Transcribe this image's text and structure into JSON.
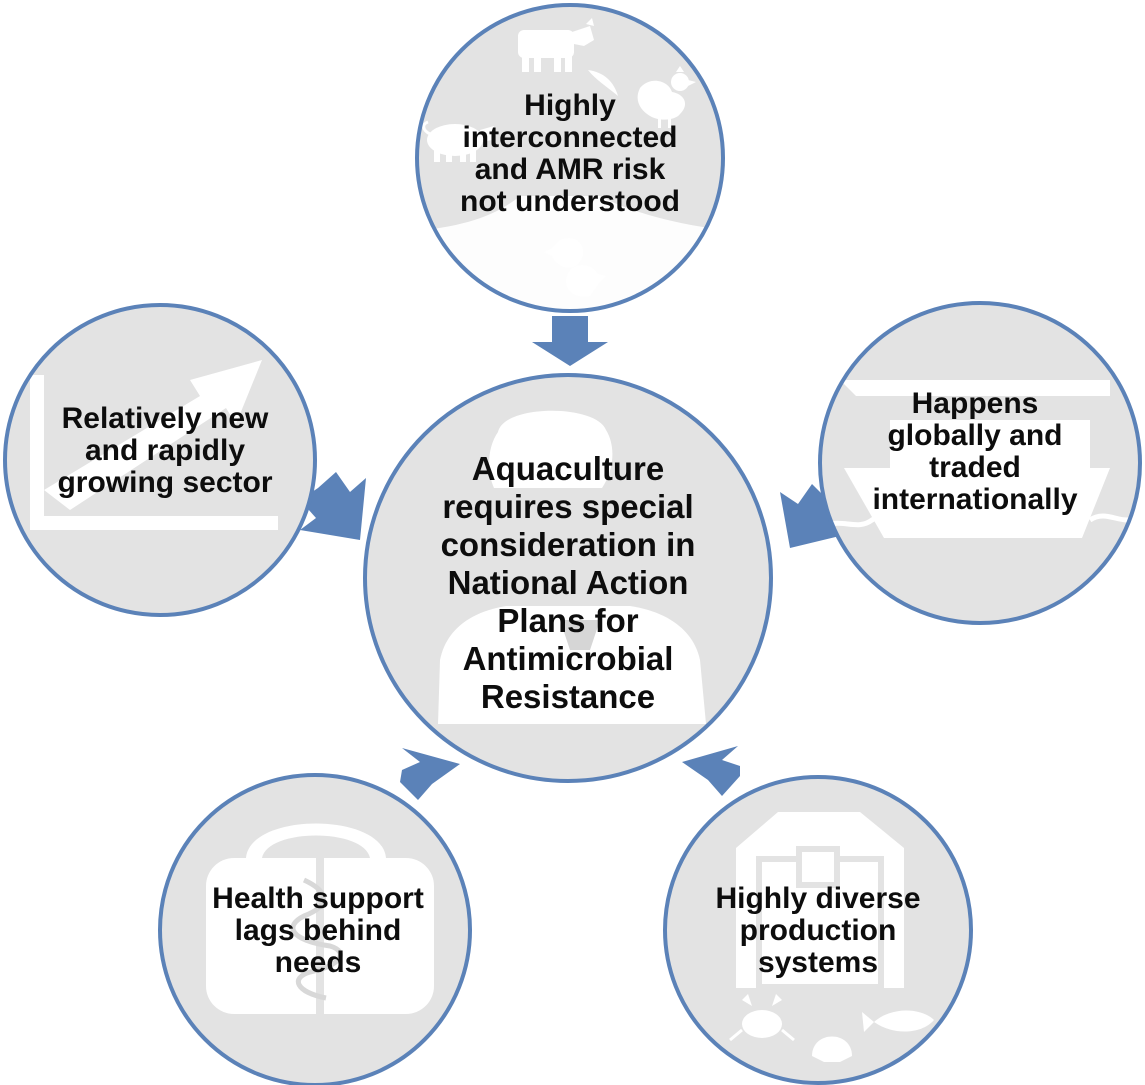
{
  "diagram": {
    "center": {
      "text": "Aquaculture\nrequires special\nconsideration in\nNational Action\nPlans for\nAntimicrobial\nResistance",
      "icon": "person-icon"
    },
    "top": {
      "text": "Highly\ninterconnected\nand AMR risk\nnot understood",
      "icons": [
        "cow-icon",
        "pig-icon",
        "chicken-icon",
        "fish-icon"
      ]
    },
    "left": {
      "text": "Relatively new\nand rapidly\ngrowing sector",
      "icon": "growth-chart-icon"
    },
    "right": {
      "text": "Happens\nglobally and\ntraded\ninternationally",
      "icon": "cargo-ship-icon"
    },
    "bottom_left": {
      "text": "Health support\nlags behind\nneeds",
      "icon": "medical-bag-icon"
    },
    "bottom_right": {
      "text": "Highly diverse\nproduction\nsystems",
      "icons": [
        "barn-icon",
        "crab-icon",
        "shell-icon",
        "fish-icon"
      ]
    },
    "colors": {
      "circle_fill": "#e3e3e3",
      "circle_stroke": "#5b82b8",
      "arrow": "#5b82b8",
      "icon": "#ffffff",
      "text": "#0d0d0d"
    }
  }
}
